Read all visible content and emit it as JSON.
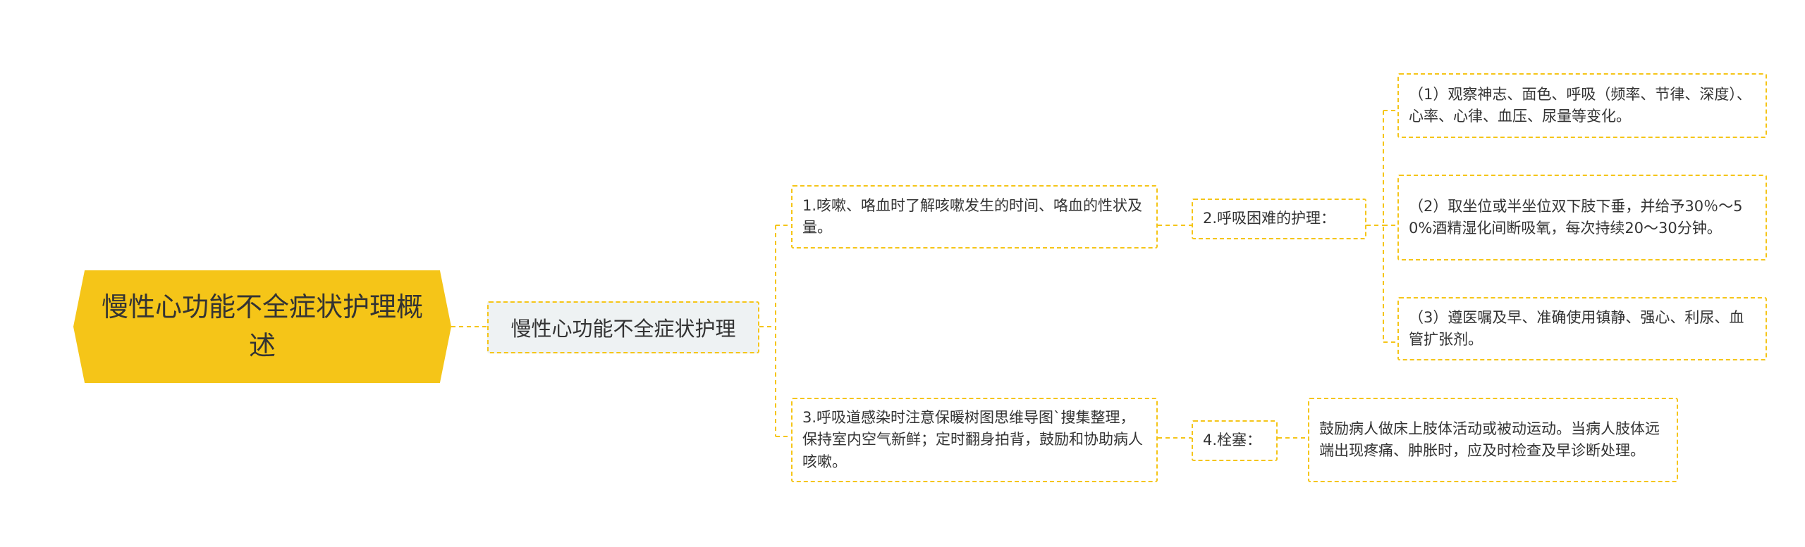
{
  "root": {
    "text": "慢性心功能不全症状护理概述"
  },
  "subtopic": {
    "text": "慢性心功能不全症状护理"
  },
  "branches": [
    {
      "text": "1.咳嗽、咯血时了解咳嗽发生的时间、咯血的性状及量。",
      "child": {
        "text": "2.呼吸困难的护理：",
        "items": [
          "（1）观察神志、面色、呼吸（频率、节律、深度）、心率、心律、血压、尿量等变化。",
          "（2）取坐位或半坐位双下肢下垂，并给予30％～50%酒精湿化间断吸氧，每次持续20～30分钟。",
          "（3）遵医嘱及早、准确使用镇静、强心、利尿、血管扩张剂。"
        ]
      }
    },
    {
      "text": "3.呼吸道感染时注意保暖树图思维导图`搜集整理，保持室内空气新鲜；定时翻身拍背，鼓励和协助病人咳嗽。",
      "child": {
        "text": "4.栓塞：",
        "items": [
          "鼓励病人做床上肢体活动或被动运动。当病人肢体远端出现疼痛、肿胀时，应及时检查及早诊断处理。"
        ]
      }
    }
  ],
  "colors": {
    "accent": "#f5c518",
    "subtopic_bg": "#eef2f3",
    "text": "#333333"
  }
}
